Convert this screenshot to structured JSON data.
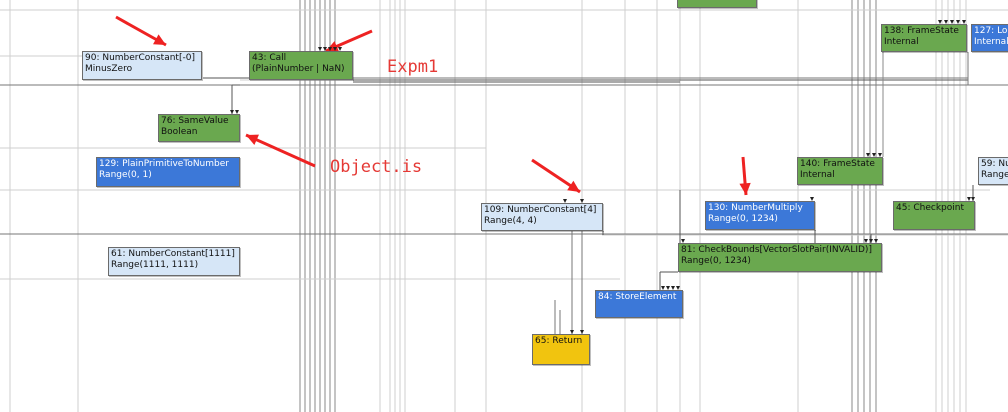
{
  "nodes": [
    {
      "id": "n90",
      "line1": "90: NumberConstant[-0]",
      "line2": "MinusZero",
      "color": "light"
    },
    {
      "id": "n43",
      "line1": "43: Call",
      "line2": "(PlainNumber | NaN)",
      "color": "green"
    },
    {
      "id": "n76",
      "line1": "76: SameValue",
      "line2": "Boolean",
      "color": "green"
    },
    {
      "id": "n129",
      "line1": "129: PlainPrimitiveToNumber",
      "line2": "Range(0, 1)",
      "color": "blue"
    },
    {
      "id": "n61",
      "line1": "61: NumberConstant[1111]",
      "line2": "Range(1111, 1111)",
      "color": "light"
    },
    {
      "id": "n109",
      "line1": "109: NumberConstant[4]",
      "line2": "Range(4, 4)",
      "color": "light"
    },
    {
      "id": "n130",
      "line1": "130: NumberMultiply",
      "line2": "Range(0, 1234)",
      "color": "blue"
    },
    {
      "id": "n81",
      "line1": "81: CheckBounds[VectorSlotPair(INVALID)]",
      "line2": "Range(0, 1234)",
      "color": "green"
    },
    {
      "id": "n84",
      "line1": "84: StoreElement",
      "line2": "",
      "color": "blue"
    },
    {
      "id": "n65",
      "line1": "65: Return",
      "line2": "",
      "color": "yellow"
    },
    {
      "id": "n138",
      "line1": "138: FrameState",
      "line2": "Internal",
      "color": "green"
    },
    {
      "id": "n127",
      "line1": "127: Lo",
      "line2": "Internal",
      "color": "blue"
    },
    {
      "id": "n140",
      "line1": "140: FrameState",
      "line2": "Internal",
      "color": "green"
    },
    {
      "id": "n59",
      "line1": "59: Nu",
      "line2": "Range",
      "color": "light"
    },
    {
      "id": "n45",
      "line1": "45: Checkpoint",
      "line2": "",
      "color": "green"
    },
    {
      "id": "ntop",
      "line1": "",
      "line2": "",
      "color": "green"
    }
  ],
  "annotations": [
    {
      "id": "expm1",
      "text": "Expm1"
    },
    {
      "id": "objectis",
      "text": "Object.is"
    }
  ],
  "colors": {
    "green": "#6aa84f",
    "blue": "#3c78d8",
    "light": "#d6e6f7",
    "yellow": "#f1c40f",
    "edge": "#555555",
    "grid": "#cfcfcf",
    "arrow": "#ee2222"
  }
}
